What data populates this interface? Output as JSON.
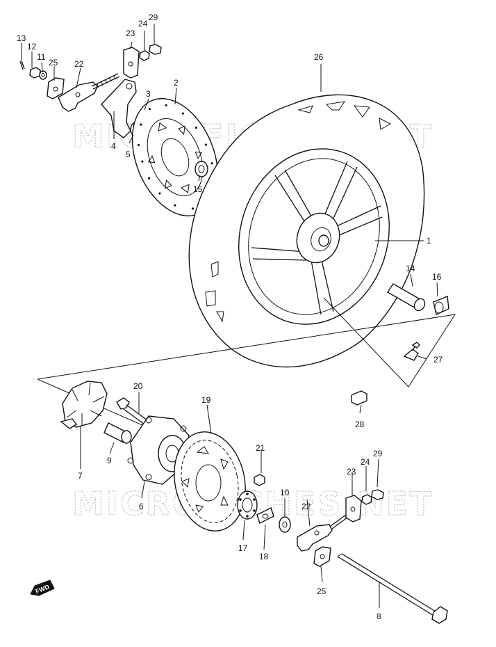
{
  "watermark": "MICROFICHES.NET",
  "direction_badge": "FWD",
  "parts": [
    {
      "id": "part-1",
      "number": "1"
    },
    {
      "id": "part-2",
      "number": "2"
    },
    {
      "id": "part-3",
      "number": "3"
    },
    {
      "id": "part-4",
      "number": "4"
    },
    {
      "id": "part-5",
      "number": "5"
    },
    {
      "id": "part-6",
      "number": "6"
    },
    {
      "id": "part-7",
      "number": "7"
    },
    {
      "id": "part-8",
      "number": "8"
    },
    {
      "id": "part-9",
      "number": "9"
    },
    {
      "id": "part-10",
      "number": "10"
    },
    {
      "id": "part-11",
      "number": "11"
    },
    {
      "id": "part-12",
      "number": "12"
    },
    {
      "id": "part-13",
      "number": "13"
    },
    {
      "id": "part-14",
      "number": "14"
    },
    {
      "id": "part-15",
      "number": "15"
    },
    {
      "id": "part-16",
      "number": "16"
    },
    {
      "id": "part-17",
      "number": "17"
    },
    {
      "id": "part-18",
      "number": "18"
    },
    {
      "id": "part-19",
      "number": "19"
    },
    {
      "id": "part-20",
      "number": "20"
    },
    {
      "id": "part-21",
      "number": "21"
    },
    {
      "id": "part-22",
      "number": "22"
    },
    {
      "id": "part-23",
      "number": "23"
    },
    {
      "id": "part-24",
      "number": "24"
    },
    {
      "id": "part-25",
      "number": "25"
    },
    {
      "id": "part-26",
      "number": "26"
    },
    {
      "id": "part-27",
      "number": "27"
    },
    {
      "id": "part-28",
      "number": "28"
    },
    {
      "id": "part-29",
      "number": "29"
    }
  ]
}
